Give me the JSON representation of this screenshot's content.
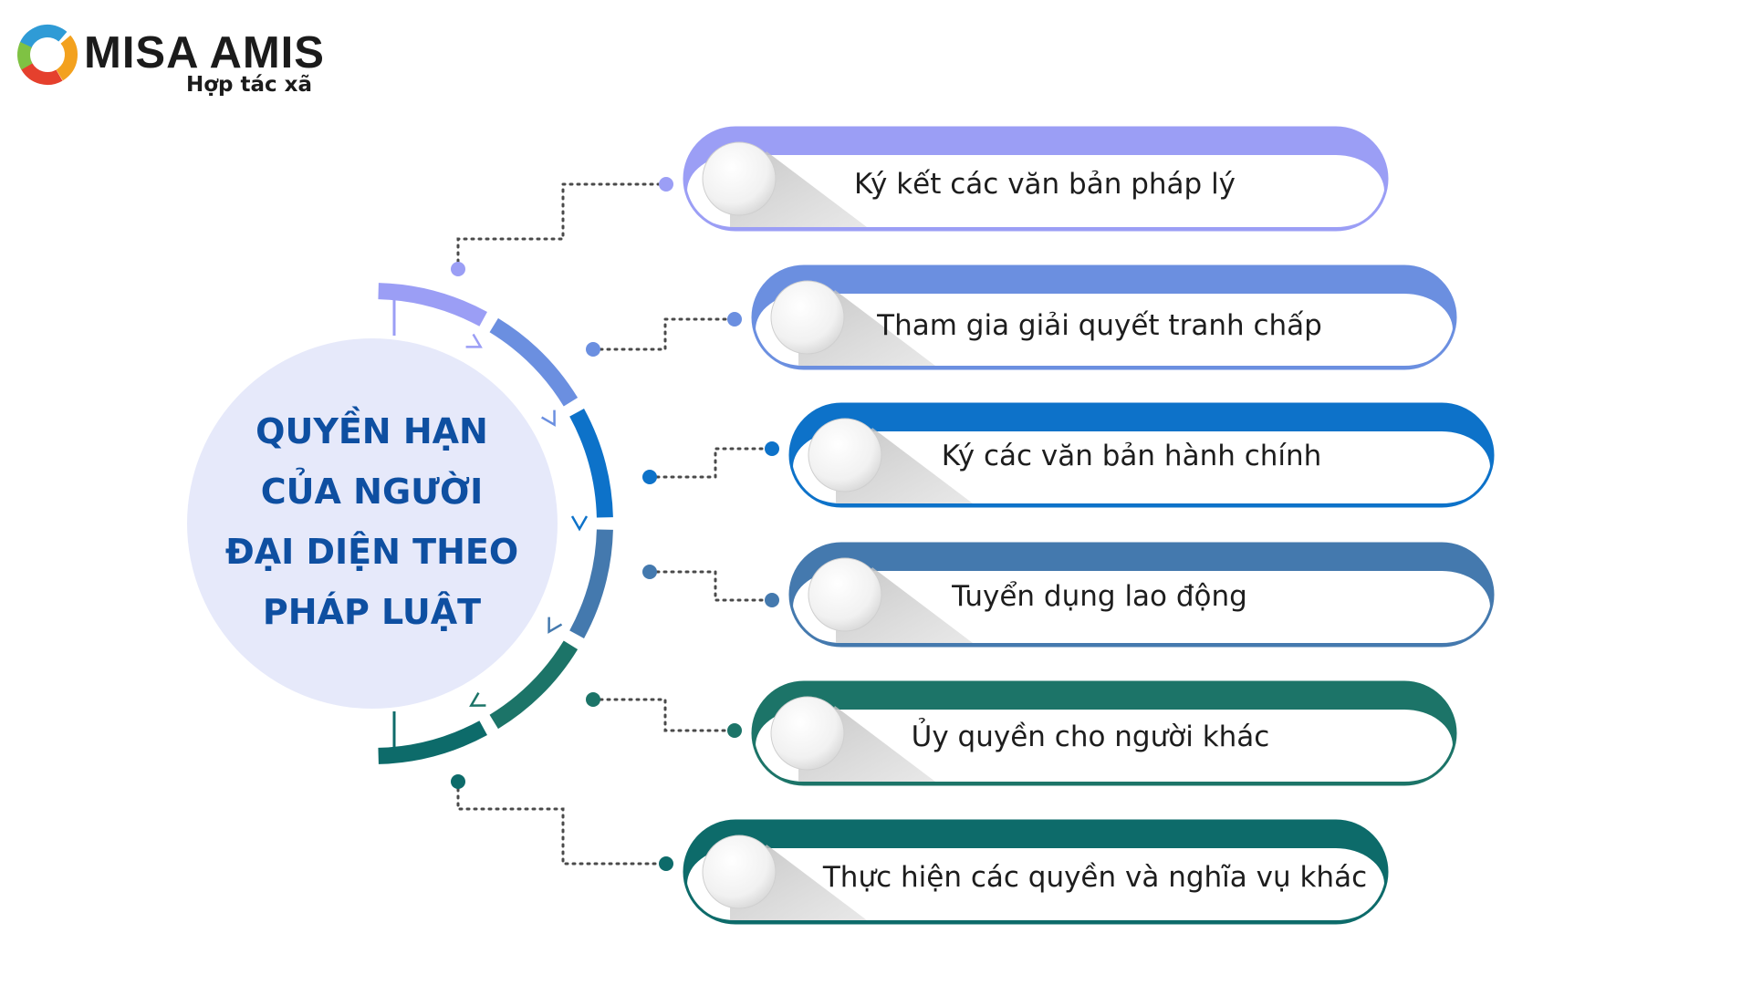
{
  "brand": {
    "name": "MISA AMIS",
    "subtitle": "Hợp tác xã",
    "colors": [
      "#2f9bd6",
      "#f3a11e",
      "#e5402d",
      "#7fc243"
    ]
  },
  "center": {
    "title": "QUYỀN HẠN\nCỦA NGƯỜI\nĐẠI DIỆN THEO\nPHÁP LUẬT",
    "color": "#0e4fa1",
    "circle_color": "#e6e9fa"
  },
  "items": [
    {
      "label": "Ký kết các văn bản pháp lý",
      "color": "#9b9ef5"
    },
    {
      "label": "Tham gia giải quyết tranh chấp",
      "color": "#6b8fe0"
    },
    {
      "label": "Ký các văn bản hành chính",
      "color": "#0d72c9"
    },
    {
      "label": "Tuyển dụng lao động",
      "color": "#4479ae"
    },
    {
      "label": "Ủy quyền cho người khác",
      "color": "#1c7468"
    },
    {
      "label": "Thực hiện các quyền và nghĩa vụ khác",
      "color": "#0d6b6a"
    }
  ]
}
